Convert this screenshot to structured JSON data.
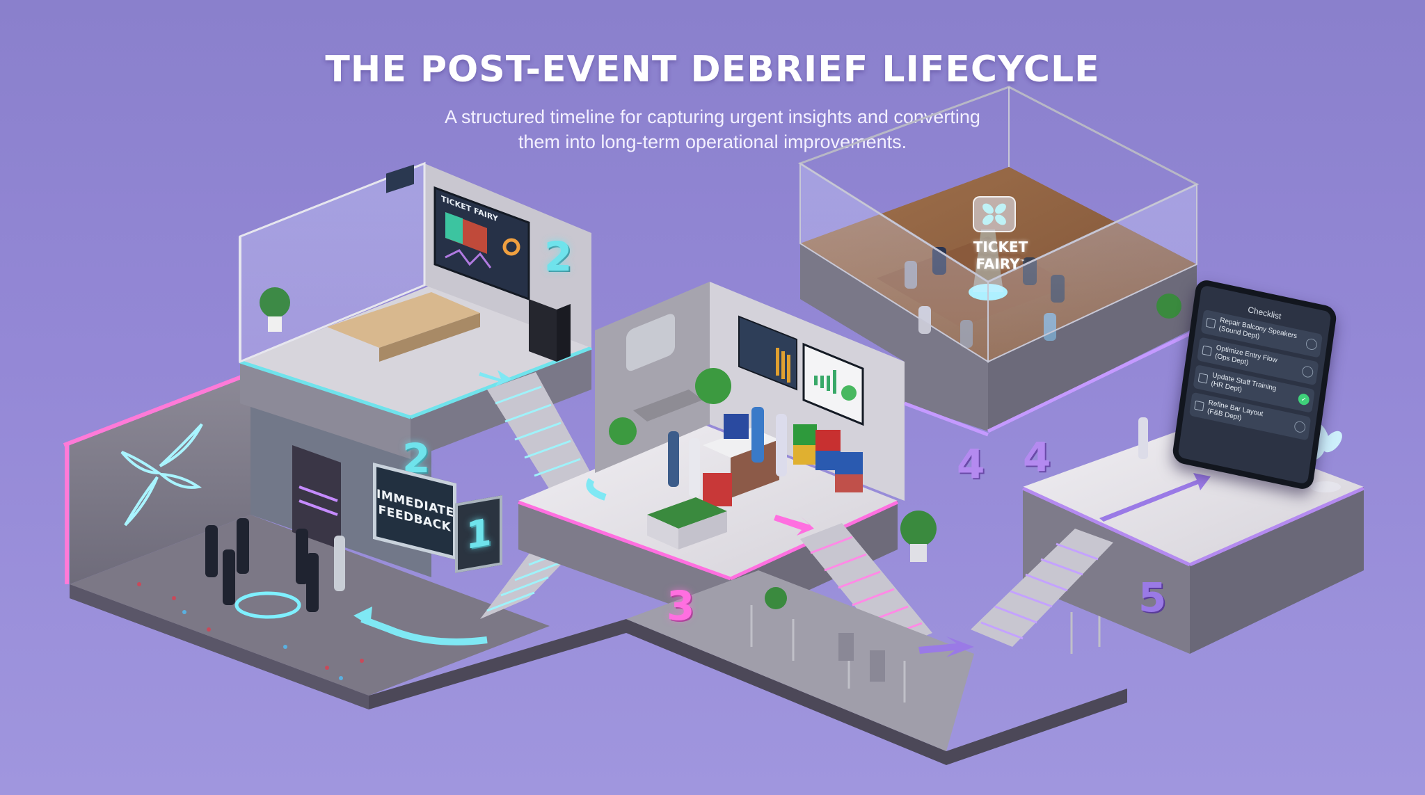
{
  "header": {
    "title": "THE POST-EVENT DEBRIEF LIFECYCLE",
    "subtitle_line1": "A structured timeline for capturing urgent insights and converting",
    "subtitle_line2": "them into long-term operational improvements."
  },
  "colors": {
    "background": "#8f85d2",
    "stage1_accent": "#6fe3ec",
    "stage2_accent": "#6fe3ec",
    "stage3_accent": "#ff6fe0",
    "stage4_accent": "#b48af0",
    "stage5_accent": "#9a7ae6",
    "concrete": "#8a8794",
    "marble": "#e6e4e8"
  },
  "stages": [
    {
      "number": "1",
      "label": "Immediate Feedback",
      "scene": "venue floor with security staff and debris",
      "sign_text_line1": "IMMEDIATE",
      "sign_text_line2": "FEEDBACK"
    },
    {
      "number": "2",
      "scene": "control room with Ticket Fairy analytics wall display"
    },
    {
      "number": "3",
      "scene": "bar / department review area with crates and dashboards"
    },
    {
      "number": "4",
      "scene": "glass boardroom meeting with Ticket Fairy hologram"
    },
    {
      "number": "5",
      "scene": "action checklist tablet on plinth"
    }
  ],
  "control_room_display": {
    "brand": "TICKET FAIRY"
  },
  "boardroom_hologram": {
    "line1": "TICKET",
    "line2": "FAIRY",
    "mark": "™"
  },
  "checklist": {
    "title": "Checklist",
    "items": [
      {
        "task": "Repair Balcony Speakers",
        "dept": "(Sound Dept)",
        "status": "pending"
      },
      {
        "task": "Optimize Entry Flow",
        "dept": "(Ops Dept)",
        "status": "pending"
      },
      {
        "task": "Update Staff Training",
        "dept": "(HR Dept)",
        "status": "done"
      },
      {
        "task": "Refine Bar Layout",
        "dept": "(F&B Dept)",
        "status": "pending"
      }
    ]
  },
  "icons": [
    "ticket-fairy-logo-icon",
    "flow-arrow-icon",
    "check-icon"
  ]
}
